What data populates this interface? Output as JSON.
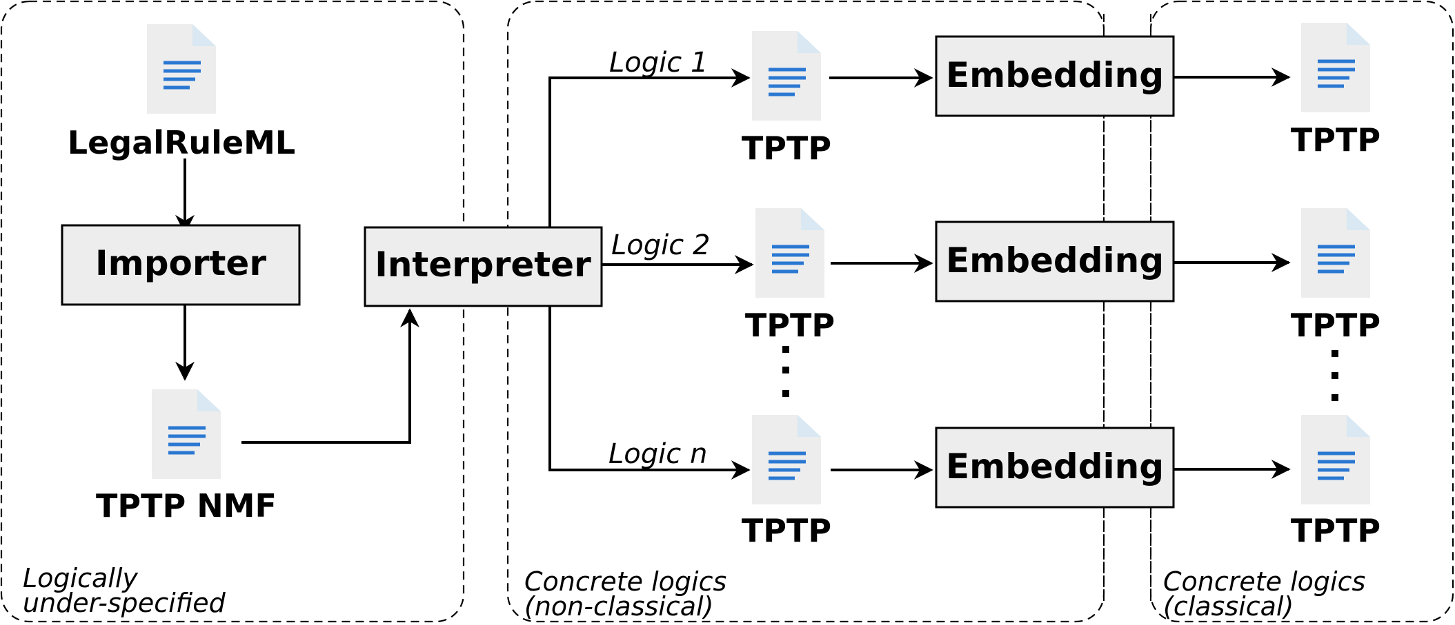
{
  "regions": {
    "left": {
      "line1": "Logically",
      "line2": "under-specified"
    },
    "middle": {
      "line1": "Concrete logics",
      "line2": "(non-classical)"
    },
    "right": {
      "line1": "Concrete logics",
      "line2": "(classical)"
    }
  },
  "nodes": {
    "legalruleml": "LegalRuleML",
    "importer": "Importer",
    "tptp_nmf": "TPTP NMF",
    "interpreter": "Interpreter",
    "tptp": "TPTP",
    "embedding": "Embedding"
  },
  "logics": [
    "Logic 1",
    "Logic 2",
    "Logic n"
  ],
  "icons": {
    "document": "document-icon"
  },
  "colors": {
    "box_fill": "#ededed",
    "doc_fill": "#ededed",
    "doc_lines": "#2a78d2",
    "stroke": "#000000"
  }
}
